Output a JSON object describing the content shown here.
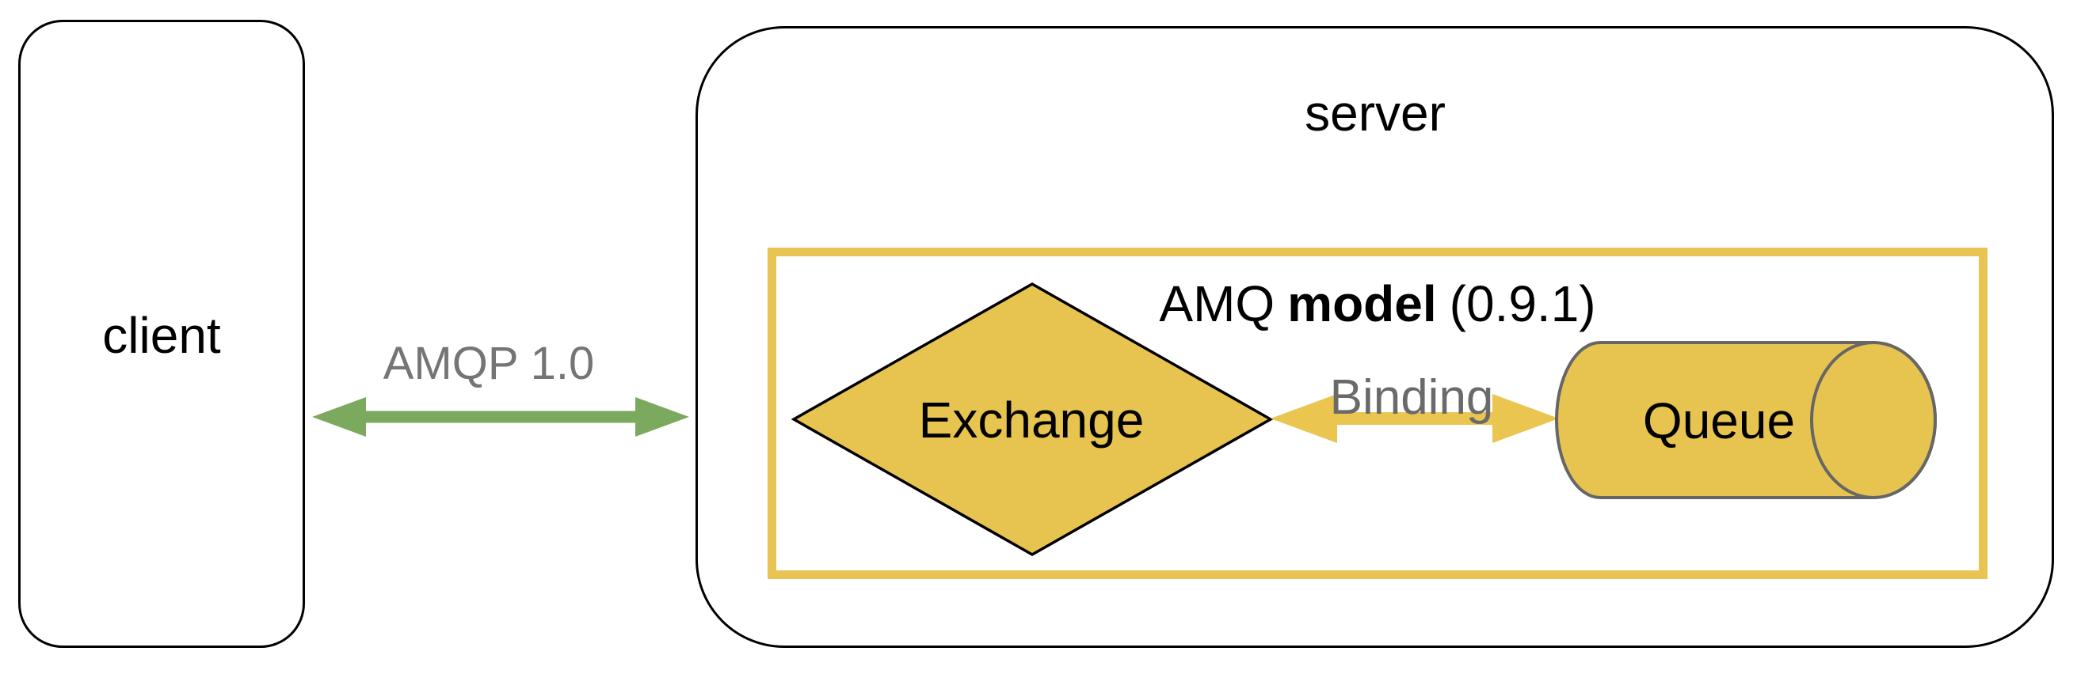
{
  "diagram": {
    "title": "AMQP client-server architecture diagram",
    "nodes": {
      "client": {
        "label": "client",
        "shape": "rounded-rectangle"
      },
      "server": {
        "label": "server",
        "shape": "rounded-rectangle"
      },
      "amq_model": {
        "label_prefix": "AMQ",
        "label_bold": "model",
        "label_suffix": "(0.9.1)",
        "shape": "rectangle-outline"
      },
      "exchange": {
        "label": "Exchange",
        "shape": "diamond"
      },
      "queue": {
        "label": "Queue",
        "shape": "cylinder"
      }
    },
    "connections": {
      "amqp": {
        "label": "AMQP 1.0",
        "from": "client",
        "to": "server",
        "style": "double-arrow"
      },
      "binding": {
        "label": "Binding",
        "from": "exchange",
        "to": "queue",
        "style": "double-arrow"
      }
    },
    "colors": {
      "yellow_fill": "#E7C350",
      "yellow_border": "#E9C455",
      "yellow_arrow": "#EAC54F",
      "green_arrow": "#7BAA5E",
      "gray_label": "#6A6A6A",
      "gray_label_light": "#757575",
      "cylinder_stroke": "#666666",
      "outline": "#000000",
      "background": "#FFFFFF"
    }
  }
}
